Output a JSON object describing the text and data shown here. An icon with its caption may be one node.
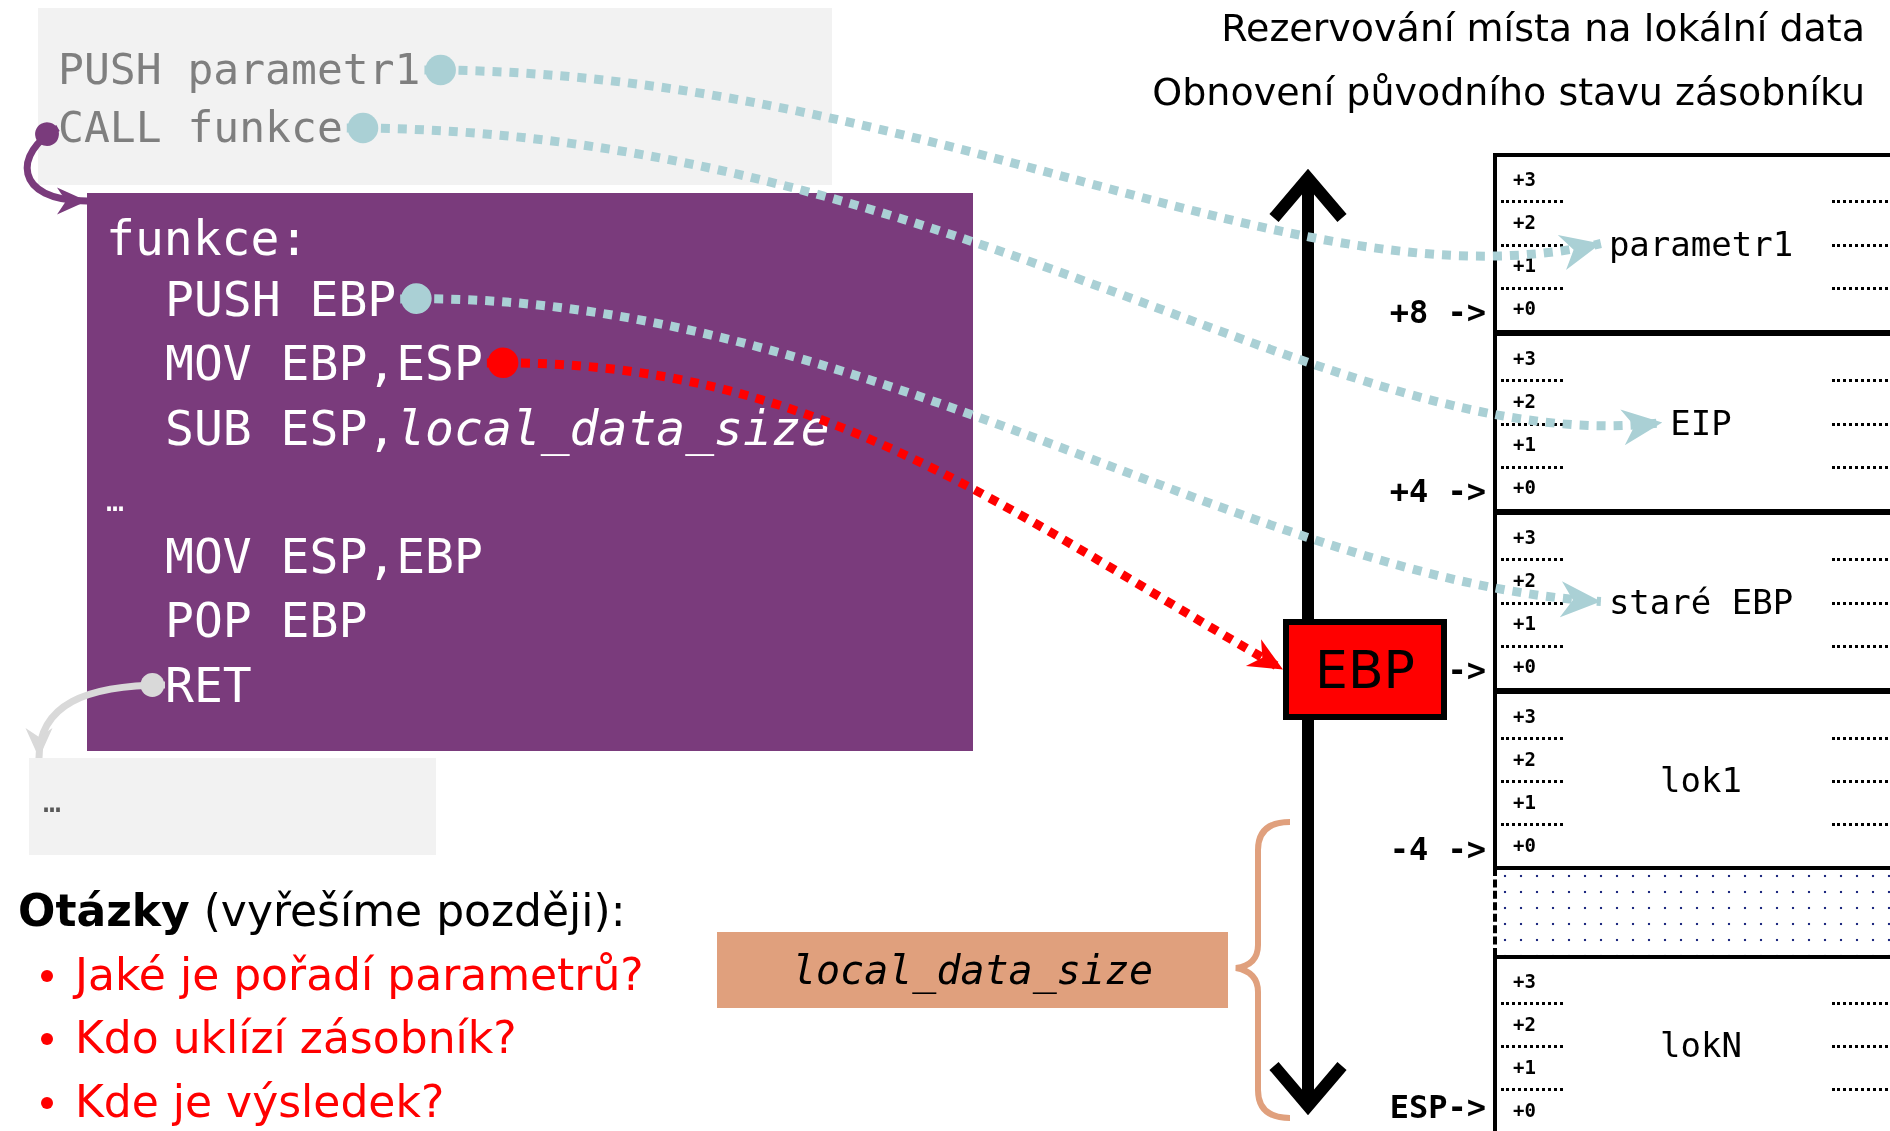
{
  "diagram": {
    "nodes": [
      {
        "text": [],
        "shape": "box"
      },
      {
        "text": [
          "PUSH parametr1"
        ],
        "in": 0
      },
      {
        "text": [
          "CALL funkce"
        ],
        "in": 0
      },
      {
        "text": [
          "funkce:"
        ]
      },
      {
        "text": [
          "PUSH EBP"
        ],
        "in": 3
      },
      {
        "text": [
          "MOV EBP,ESP"
        ],
        "in": 3
      },
      {
        "text": [
          "SUB ESP,*local_data_size*"
        ],
        "in": 3
      },
      {
        "text": [
          "…"
        ],
        "in": 3
      },
      {
        "text": [
          "MOV ESP,EBP"
        ],
        "in": 3
      },
      {
        "text": [
          "POP EBP"
        ],
        "in": 3
      },
      {
        "text": [
          "RET"
        ],
        "in": 3
      },
      {
        "text": [
          "…"
        ]
      },
      {
        "text": [
          "parametr1",
          "+3",
          "+2",
          "+1",
          "+0"
        ]
      },
      {
        "text": [
          "EIP",
          "+3",
          "+2",
          "+1",
          "+0"
        ]
      },
      {
        "text": [
          "staré EBP",
          "+3",
          "+2",
          "+1",
          "+0"
        ]
      },
      {
        "text": [
          "lok1",
          "+3",
          "+2",
          "+1",
          "+0"
        ]
      },
      {
        "text": [],
        "shape": "box"
      },
      {
        "text": [
          "lokN",
          "+3",
          "+2",
          "+1",
          "+0"
        ]
      },
      {
        "text": [
          "EBP"
        ]
      },
      {
        "text": [
          "local_data_size"
        ]
      }
    ],
    "edges": [
      {
        "from": 1,
        "to": 12,
        "arrow": "to",
        "style": "dashed"
      },
      {
        "from": 2,
        "to": 13,
        "arrow": "to",
        "style": "dashed"
      },
      {
        "from": 4,
        "to": 14,
        "arrow": "to",
        "style": "dashed"
      },
      {
        "from": 5,
        "to": 18,
        "arrow": "to",
        "style": "dashed",
        "color": "#ff0000"
      },
      {
        "from": 2,
        "to": 3,
        "arrow": "to",
        "color": "#7a3b7c"
      },
      {
        "from": 10,
        "to": 11,
        "arrow": "to",
        "color": "#d9d9d9"
      }
    ],
    "labels": [
      "Rezervování místa na lokální data",
      "Obnovení původního stavu zásobníku",
      "+8 ->",
      "+4 ->",
      "->",
      "-4 ->",
      "ESP->",
      "**Otázky** (vyřešíme později):",
      "Jaké je pořadí parametrů?",
      "Kdo uklízí zásobník?",
      "Kde je výsledek?"
    ]
  }
}
